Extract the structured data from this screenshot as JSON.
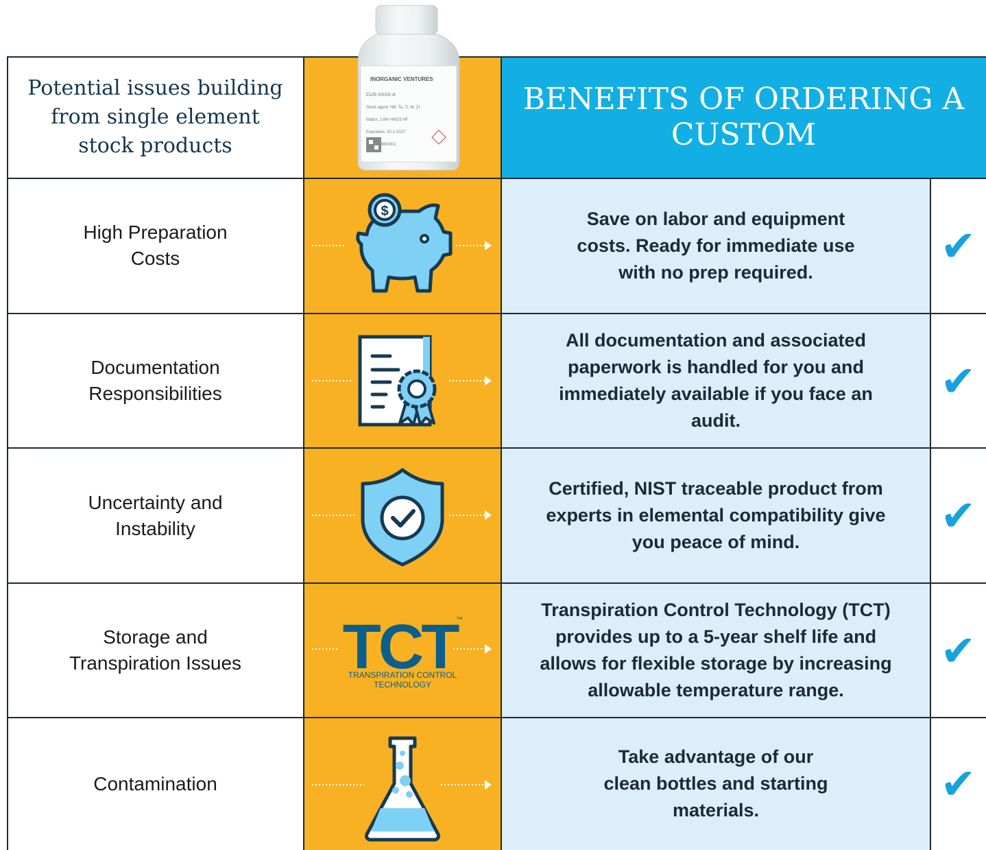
{
  "header": {
    "left_title": "Potential issues building from single element stock products",
    "right_title": "BENEFITS OF ORDERING A CUSTOM"
  },
  "bottle": {
    "label_brand": "INORGANIC VENTURES",
    "label_lines": [
      "CUS-XXXX-A",
      "Stock agent: NB, Ta, Ti, W, Zr",
      "Matrix: 2.8% HNO3 HF",
      "Expiration: 20-1-2027",
      "Lot: 97-9800001"
    ]
  },
  "rows": [
    {
      "issue": "High Preparation Costs",
      "icon": "piggy-bank-icon",
      "benefit": "Save on labor and equipment costs. Ready for immediate use with no prep required.",
      "check": "✔"
    },
    {
      "issue": "Documentation Responsibilities",
      "icon": "certificate-icon",
      "benefit": "All documentation and associated paperwork is handled for you and immediately available if you face an audit.",
      "check": "✔"
    },
    {
      "issue": "Uncertainty and Instability",
      "icon": "shield-check-icon",
      "benefit": "Certified, NIST traceable product from experts in elemental compatibility give you peace of mind.",
      "check": "✔"
    },
    {
      "issue": "Storage and Transpiration Issues",
      "icon": "tct-logo",
      "benefit": "Transpiration Control Technology (TCT) provides up to a 5-year shelf life and allows for flexible storage by increasing allowable temperature range.",
      "check": "✔"
    },
    {
      "issue": "Contamination",
      "icon": "flask-icon",
      "benefit": "Take advantage of our clean bottles and starting materials.",
      "check": "✔"
    }
  ],
  "tct": {
    "letters": "TCT",
    "tm": "™",
    "sub1": "TRANSPIRATION CONTROL",
    "sub2": "TECHNOLOGY"
  },
  "colors": {
    "orange": "#f7b123",
    "blue_header": "#11afe4",
    "blue_body": "#dbeefa",
    "check": "#16a3dd",
    "icon_fill": "#7fd0f5",
    "icon_stroke": "#173a52"
  }
}
